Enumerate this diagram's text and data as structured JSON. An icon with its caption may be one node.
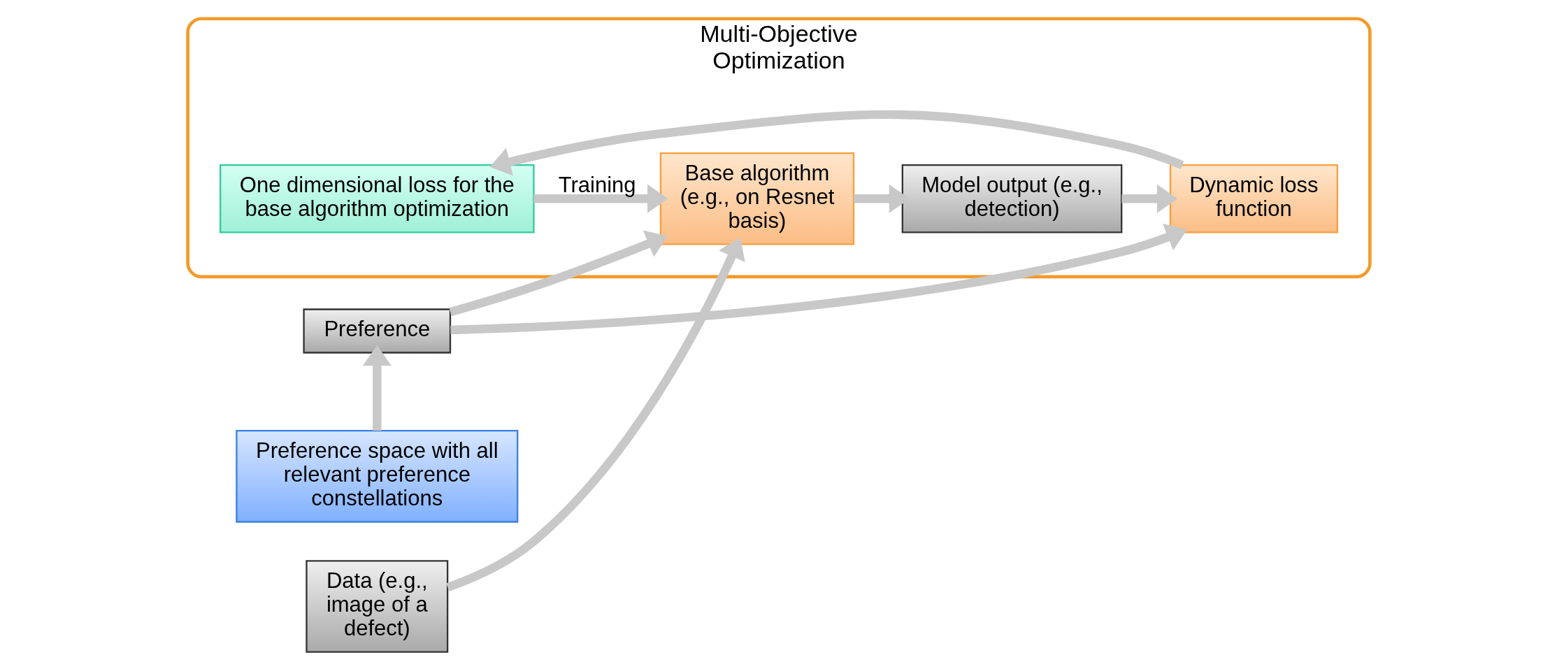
{
  "diagram": {
    "nodes": [
      {
        "text": [
          "Multi-Objective Optimization"
        ]
      },
      {
        "text": [
          "One dimensional loss for the base algorithm optimization"
        ],
        "in": 0
      },
      {
        "text": [
          "Data (e.g., image of a defect)"
        ]
      },
      {
        "text": [
          "Base algorithm (e.g., on Resnet basis)"
        ],
        "in": 0
      },
      {
        "text": [
          "Model output (e.g., detection)"
        ],
        "in": 0
      },
      {
        "text": [
          "Dynamic loss function"
        ],
        "in": 0
      },
      {
        "text": [
          "Preference"
        ]
      },
      {
        "text": [
          "Preference space with all relevant preference constellations"
        ]
      }
    ],
    "edges": [
      {
        "from": 1,
        "to": 3,
        "arrow": "to",
        "label": "Training"
      },
      {
        "from": 2,
        "to": 3,
        "arrow": "to"
      },
      {
        "from": 6,
        "to": 3,
        "arrow": "to"
      },
      {
        "from": 3,
        "to": 4,
        "arrow": "to"
      },
      {
        "from": 4,
        "to": 5,
        "arrow": "to"
      },
      {
        "from": 6,
        "to": 5,
        "arrow": "to"
      },
      {
        "from": 5,
        "to": 1,
        "arrow": "to"
      },
      {
        "from": 7,
        "to": 6,
        "arrow": "to"
      }
    ]
  }
}
